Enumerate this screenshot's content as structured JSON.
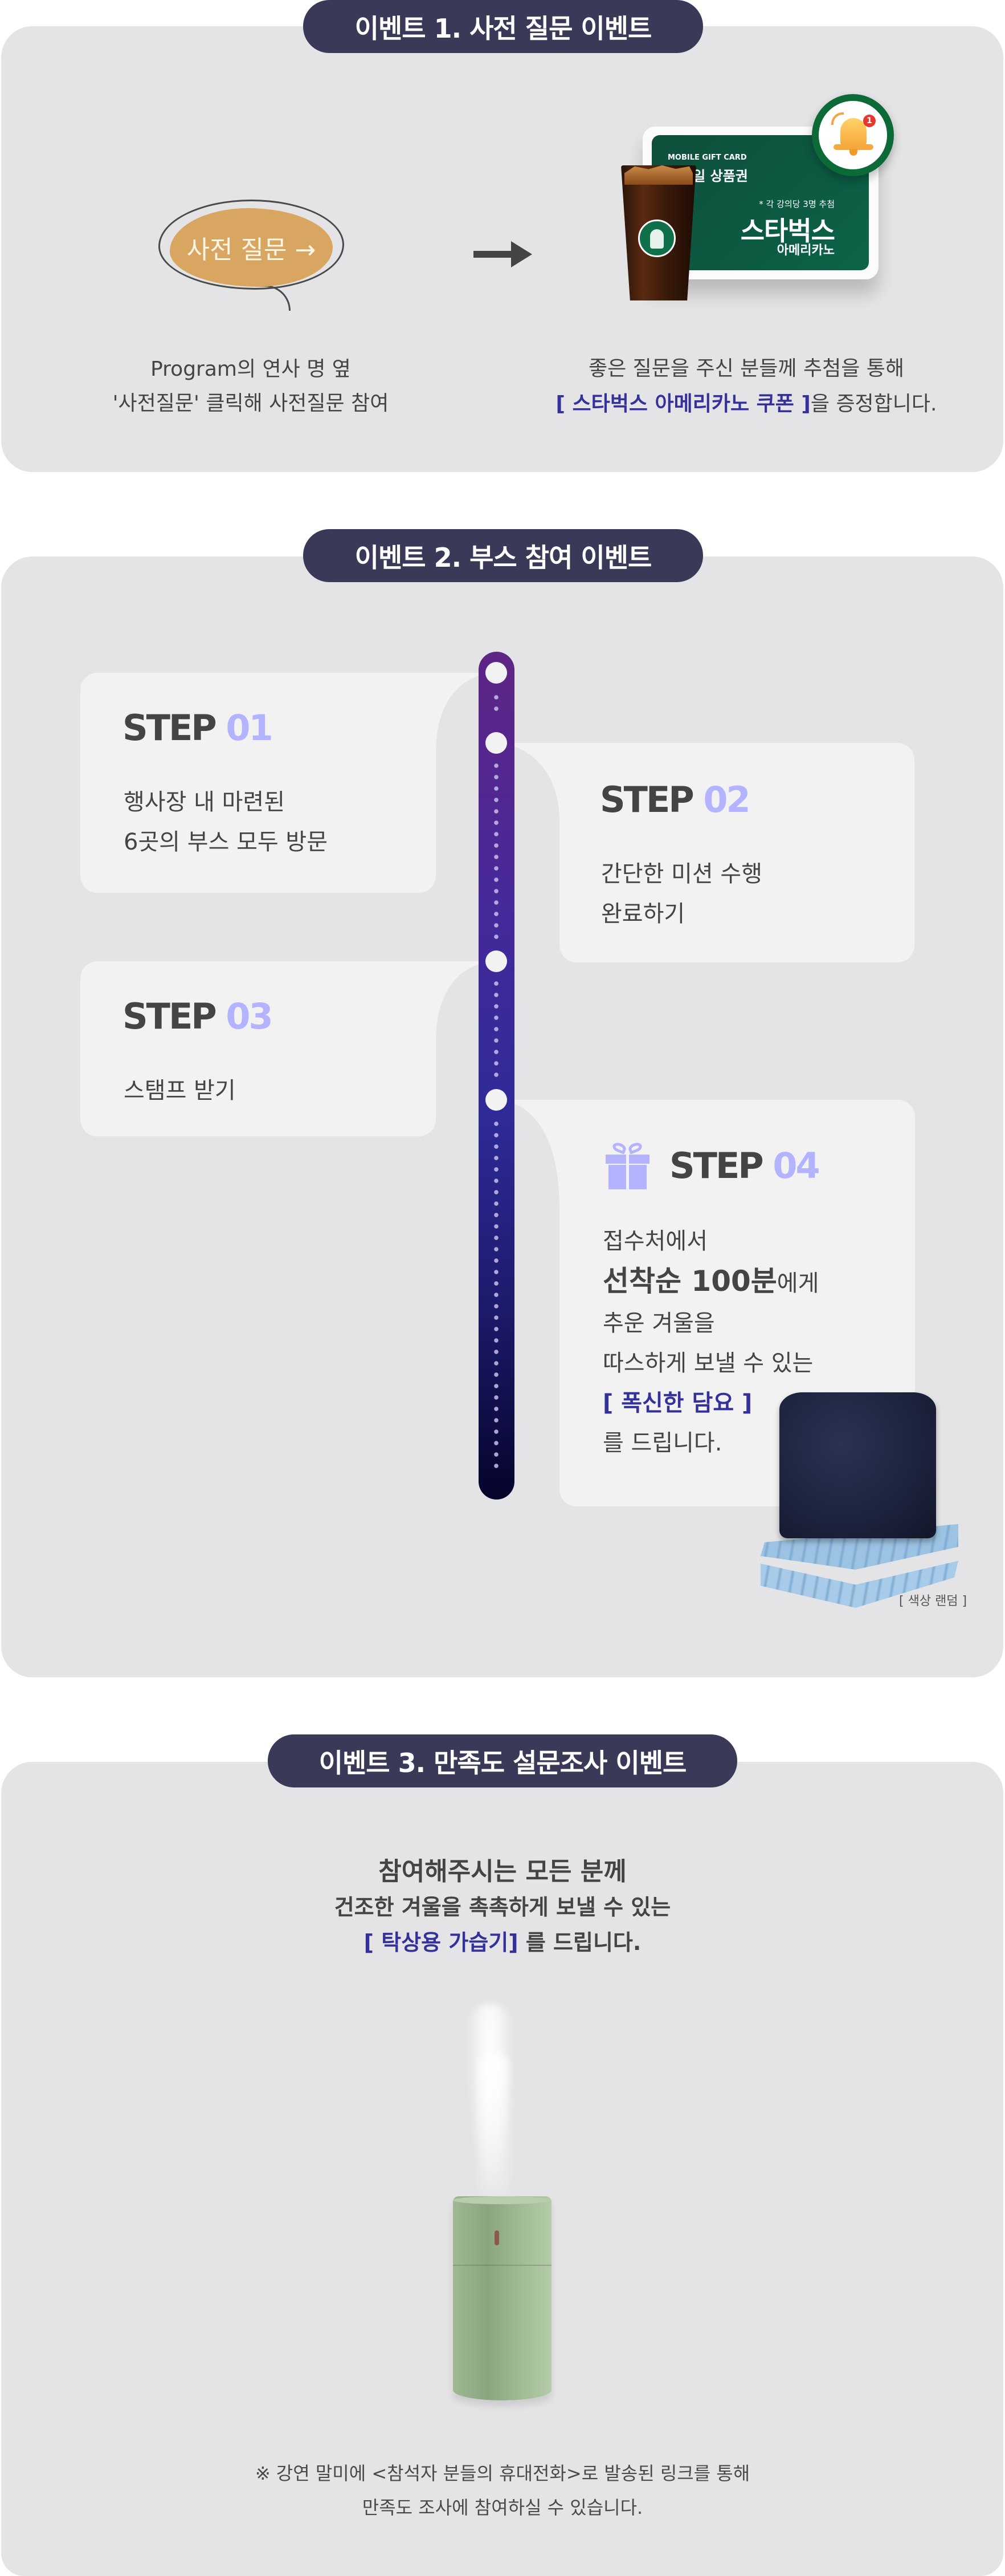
{
  "event1": {
    "badge": "이벤트 1. 사전 질문 이벤트",
    "bubble_label": "사전 질문 →",
    "left_desc": [
      "Program의 연사 명 옆",
      "'사전질문' 클릭해 사전질문 참여"
    ],
    "gift_card": {
      "subtitle": "MOBILE GIFT CARD",
      "title": "모바일 상품권",
      "note": "* 각 강의당 3명 추첨",
      "brand": "스타벅스",
      "product": "아메리카노",
      "notification_count": "1"
    },
    "right_desc_line1": "좋은 질문을 주신 분들께 추첨을 통해",
    "right_desc_highlight": "[ 스타벅스 아메리카노 쿠폰 ]",
    "right_desc_suffix": "을 증정합니다."
  },
  "event2": {
    "badge": "이벤트 2. 부스 참여 이벤트",
    "steps": [
      {
        "label": "STEP",
        "num": "01",
        "body": [
          "행사장 내 마련된",
          "6곳의 부스 모두 방문"
        ]
      },
      {
        "label": "STEP",
        "num": "02",
        "body": [
          "간단한 미션 수행",
          "완료하기"
        ]
      },
      {
        "label": "STEP",
        "num": "03",
        "body": [
          "스탬프 받기"
        ]
      },
      {
        "label": "STEP",
        "num": "04",
        "line1": "접수처에서",
        "line2_bold": "선착순 100분",
        "line2_suffix": "에게",
        "line3": "추운 겨울을",
        "line4": "따스하게 보낼 수 있는",
        "line5_highlight": "[ 폭신한 담요 ]",
        "line6": "를 드립니다."
      }
    ],
    "color_note": "[ 색상 랜덤 ]"
  },
  "event3": {
    "badge": "이벤트 3. 만족도 설문조사 이벤트",
    "line1": "참여해주시는 모든 분께",
    "line2": "건조한 겨울을 촉촉하게 보낼 수 있는",
    "line3_highlight": "[ 탁상용 가습기]",
    "line3_suffix": " 를 드립니다.",
    "footnote": [
      "※ 강연 말미에 <참석자 분들의 휴대전화>로 발송된 링크를 통해",
      "만족도 조사에 참여하실 수 있습니다."
    ]
  },
  "colors": {
    "badge_bg": "#3a3a58",
    "panel_bg": "#e4e4e6",
    "highlight": "#34319a",
    "step_accent": "#b3b3ff",
    "bubble": "#d9a662"
  }
}
